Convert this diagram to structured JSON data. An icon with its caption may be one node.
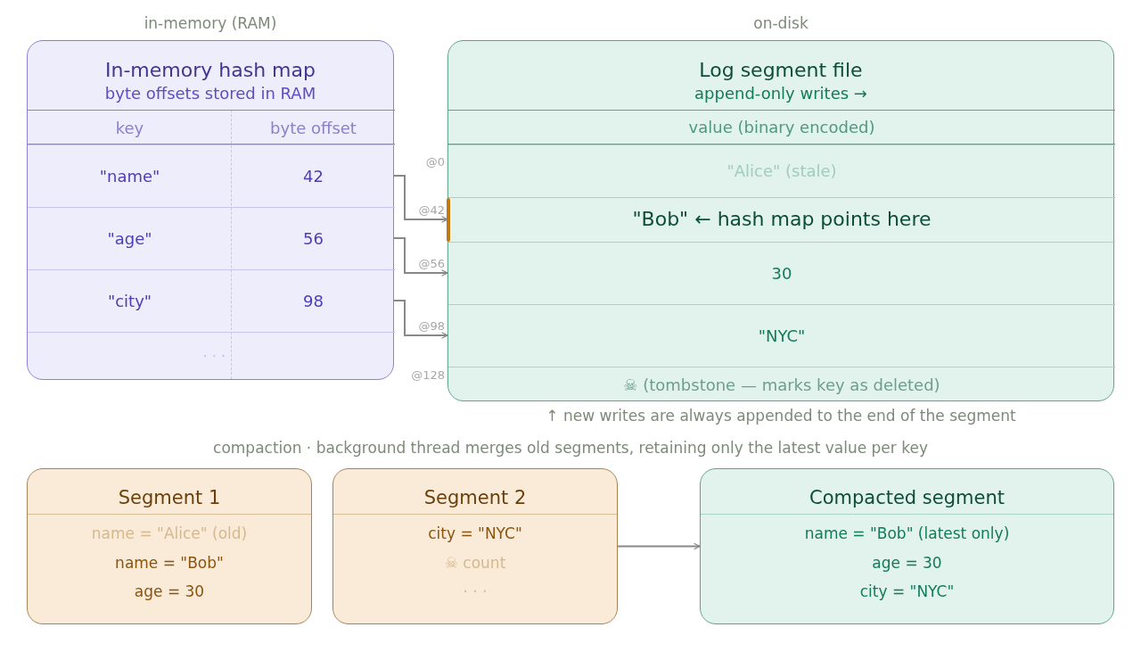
{
  "diagram": {
    "nodes": [
      {
        "text": [
          "In-memory hash map",
          "byte offsets stored in RAM"
        ]
      },
      {
        "text": [
          "key",
          "byte offset"
        ],
        "in": 0
      },
      {
        "text": [
          "\"name\"",
          "42"
        ],
        "in": 0
      },
      {
        "text": [
          "\"age\"",
          "56"
        ],
        "in": 0
      },
      {
        "text": [
          "\"city\"",
          "98"
        ],
        "in": 0
      },
      {
        "text": [
          "· · ·"
        ],
        "in": 0
      },
      {
        "text": [
          "Log segment file",
          "append-only writes →"
        ]
      },
      {
        "text": [
          "value (binary encoded)"
        ],
        "in": 6
      },
      {
        "text": [
          "\"Alice\" (stale)"
        ],
        "in": 6,
        "beside": [
          "@0"
        ]
      },
      {
        "text": [
          "\"Bob\" ← hash map points here"
        ],
        "in": 6,
        "beside": [
          "@42"
        ]
      },
      {
        "text": [
          "30"
        ],
        "in": 6,
        "beside": [
          "@56"
        ]
      },
      {
        "text": [
          "\"NYC\""
        ],
        "in": 6,
        "beside": [
          "@98"
        ]
      },
      {
        "text": [
          "☠ (tombstone — marks key as deleted)"
        ],
        "in": 6,
        "beside": [
          "@128"
        ]
      },
      {
        "text": [
          "Segment 1",
          "name = \"Alice\" (old)",
          "name = \"Bob\"",
          "age = 30"
        ]
      },
      {
        "text": [
          "Segment 2",
          "city = \"NYC\"",
          "☠ count",
          "· · ·"
        ]
      },
      {
        "text": [
          "Compacted segment",
          "name = \"Bob\" (latest only)",
          "age = 30",
          "city = \"NYC\""
        ]
      }
    ],
    "edges": [
      {
        "from": 2,
        "to": 9,
        "arrow": "to"
      },
      {
        "from": 3,
        "to": 10,
        "arrow": "to"
      },
      {
        "from": 4,
        "to": 11,
        "arrow": "to"
      },
      {
        "from": 14,
        "to": 15,
        "arrow": "to"
      }
    ],
    "labels": [
      "in-memory (RAM)",
      "on-disk",
      "↑ new writes are always appended to the end of the segment",
      "compaction · background thread merges old segments, retaining only the latest value per key"
    ]
  }
}
